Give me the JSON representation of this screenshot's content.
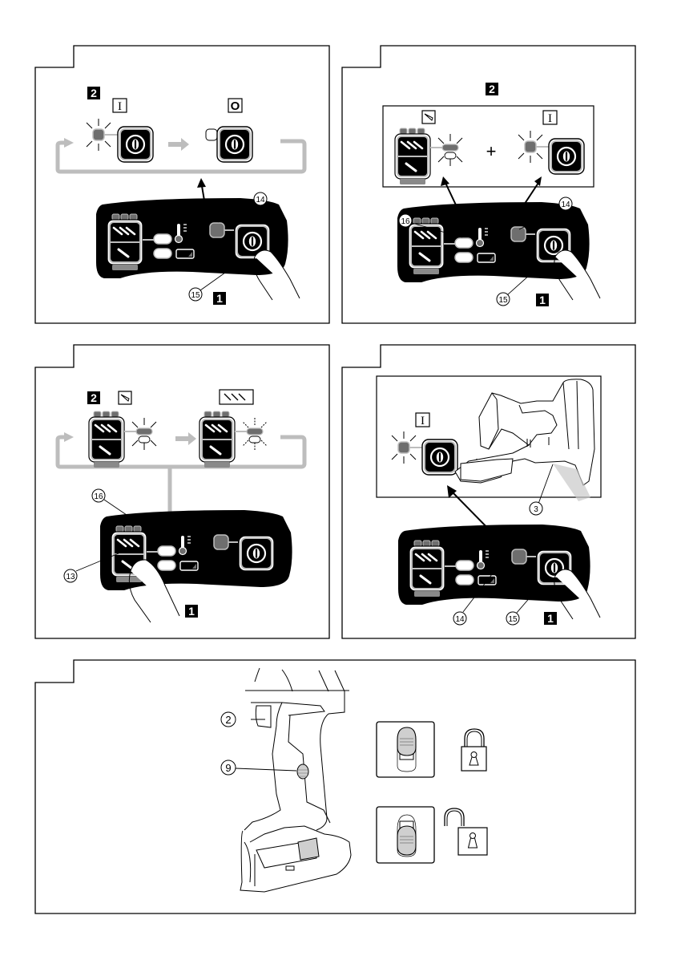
{
  "colors": {
    "ink": "#000000",
    "gray_flow": "#bdbdbd",
    "led_gray": "#6e6e6e",
    "button_bg": "#000000",
    "slider_fill": "#cfcfcf",
    "paper": "#ffffff"
  },
  "figures": [
    {
      "id": "fig-1",
      "step_press": "1",
      "step_result": "2",
      "state_on_label": "I",
      "state_off_label": "O",
      "callouts": [
        "14",
        "15"
      ],
      "icons": [
        "led-blinking-icon",
        "power-button-icon",
        "arrow-right-icon",
        "led-off-icon",
        "finger-icon",
        "thermometer-icon",
        "battery-icon"
      ]
    },
    {
      "id": "fig-2",
      "step_press": "1",
      "step_result": "2",
      "mode_label_icon": "single-nail-icon",
      "state_on_label": "I",
      "plus": "+",
      "callouts": [
        "14",
        "15",
        "16"
      ]
    },
    {
      "id": "fig-3",
      "step_press": "1",
      "step_result": "2",
      "mode_single_icon": "single-nail-icon",
      "mode_contact_icon": "triple-nail-icon",
      "callouts": [
        "13",
        "16"
      ]
    },
    {
      "id": "fig-4",
      "step_press": "1",
      "state_on_label": "I",
      "plus": "+",
      "callouts": [
        "3",
        "14",
        "15"
      ]
    },
    {
      "id": "fig-5",
      "callouts": [
        "2",
        "9"
      ],
      "lock_state": "locked",
      "unlock_state": "unlocked"
    }
  ]
}
